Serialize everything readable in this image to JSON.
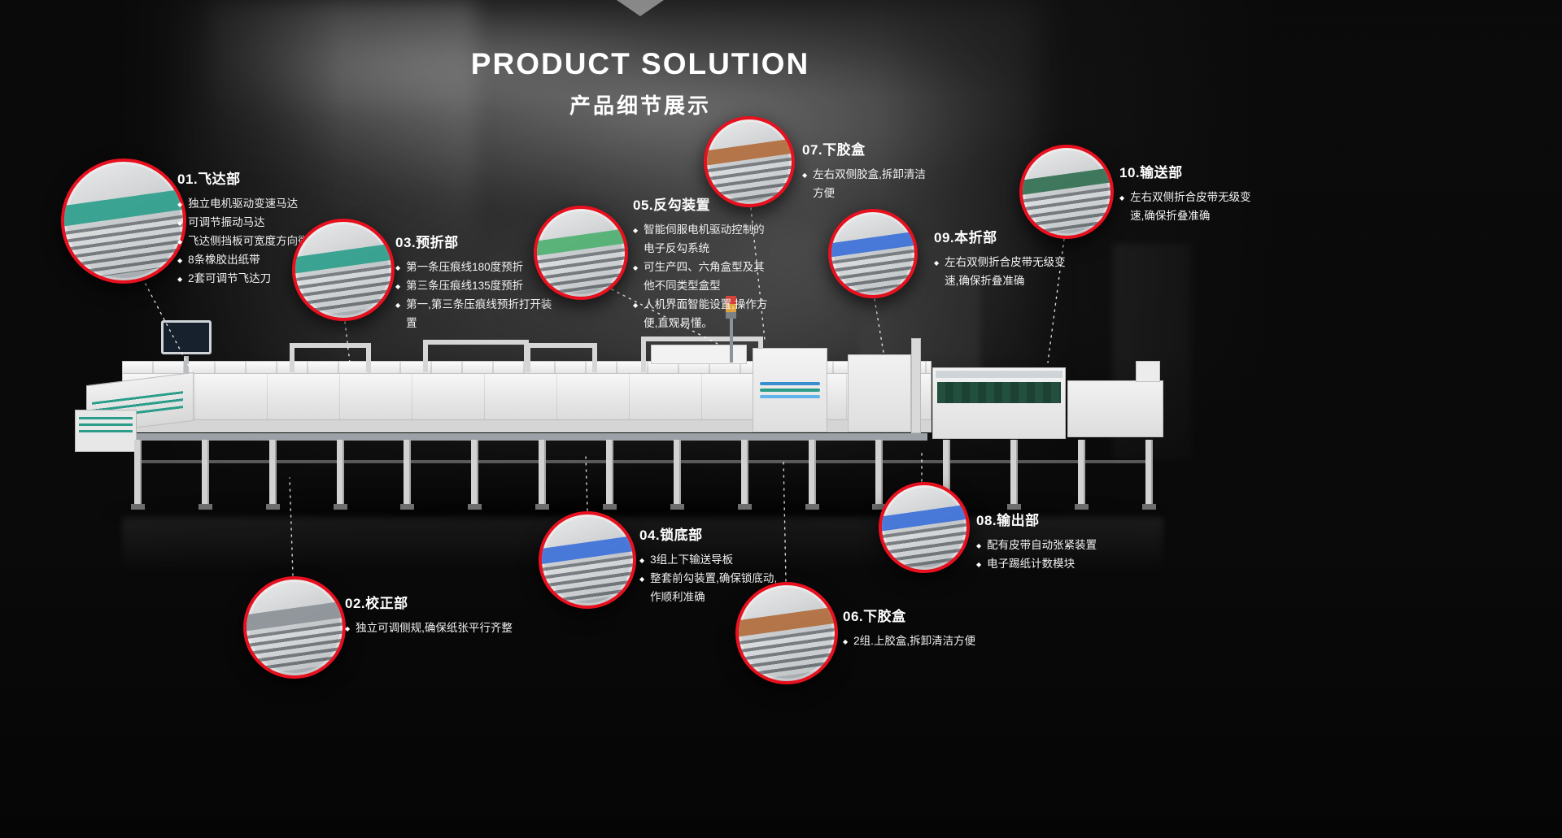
{
  "page": {
    "background_color": "#0a0a0a",
    "accent_red": "#e8101e",
    "text_color": "#ffffff"
  },
  "header": {
    "title": "PRODUCT SOLUTION",
    "subtitle": "产品细节展示"
  },
  "bullet_icon": "◆",
  "callouts": [
    {
      "id": "01",
      "title": "01.飞达部",
      "accent": "#2a9d8a",
      "points": [
        "独立电机驱动变速马达",
        "可调节振动马达",
        "飞达侧挡板可宽度方向微调",
        "8条橡胶出纸带",
        "2套可调节飞达刀"
      ]
    },
    {
      "id": "02",
      "title": "02.校正部",
      "accent": "#8b9096",
      "points": [
        "独立可调侧规,确保纸张平行齐整"
      ]
    },
    {
      "id": "03",
      "title": "03.预折部",
      "accent": "#2a9d8a",
      "points": [
        "第一条压痕线180度预折",
        "第三条压痕线135度预折",
        "第一,第三条压痕线预折打开装置"
      ]
    },
    {
      "id": "04",
      "title": "04.锁底部",
      "accent": "#3a6fd8",
      "points": [
        "3组上下输送导板",
        "整套前勾装置,确保锁底动,作顺利准确"
      ]
    },
    {
      "id": "05",
      "title": "05.反勾装置",
      "accent": "#4caf6e",
      "points": [
        "智能伺服电机驱动控制的电子反勾系统",
        "可生产四、六角盒型及其他不同类型盒型",
        "人机界面智能设置,操作方便,直观易懂。"
      ]
    },
    {
      "id": "06",
      "title": "06.下胶盒",
      "accent": "#b06a3a",
      "points": [
        "2组.上胶盒,拆卸清洁方便"
      ]
    },
    {
      "id": "07",
      "title": "07.下胶盒",
      "accent": "#b06a3a",
      "points": [
        "左右双侧胶盒,拆卸清洁方便"
      ]
    },
    {
      "id": "08",
      "title": "08.输出部",
      "accent": "#3a6fd8",
      "points": [
        "配有皮带自动张紧装置",
        "电子踢纸计数模块"
      ]
    },
    {
      "id": "09",
      "title": "09.本折部",
      "accent": "#3a6fd8",
      "points": [
        "左右双侧折合皮带无级变速,确保折叠准确"
      ]
    },
    {
      "id": "10",
      "title": "10.输送部",
      "accent": "#2f6e4f",
      "points": [
        "左右双侧折合皮带无级变速,确保折叠准确"
      ]
    }
  ]
}
